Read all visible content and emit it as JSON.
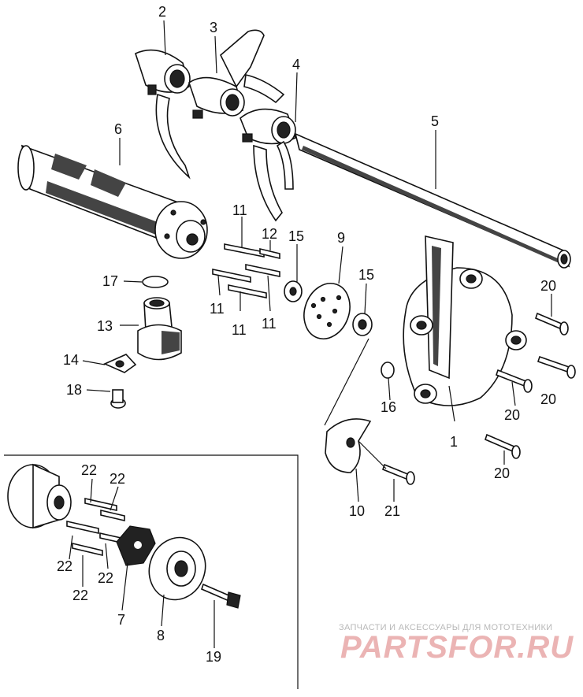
{
  "callouts": {
    "c1": "1",
    "c2": "2",
    "c3": "3",
    "c4": "4",
    "c5": "5",
    "c6": "6",
    "c7": "7",
    "c8": "8",
    "c9": "9",
    "c10": "10",
    "c11a": "11",
    "c11b": "11",
    "c11c": "11",
    "c11d": "11",
    "c12": "12",
    "c13": "13",
    "c14": "14",
    "c15a": "15",
    "c15b": "15",
    "c16": "16",
    "c17": "17",
    "c18": "18",
    "c19": "19",
    "c20a": "20",
    "c20b": "20",
    "c20c": "20",
    "c20d": "20",
    "c21": "21",
    "c22a": "22",
    "c22b": "22",
    "c22c": "22",
    "c22d": "22",
    "c22e": "22"
  },
  "watermark": {
    "caption": "ЗАПЧАСТИ И АКСЕССУАРЫ ДЛЯ МОТОТЕХНИКИ",
    "logo": "PARTSFOR.RU"
  }
}
